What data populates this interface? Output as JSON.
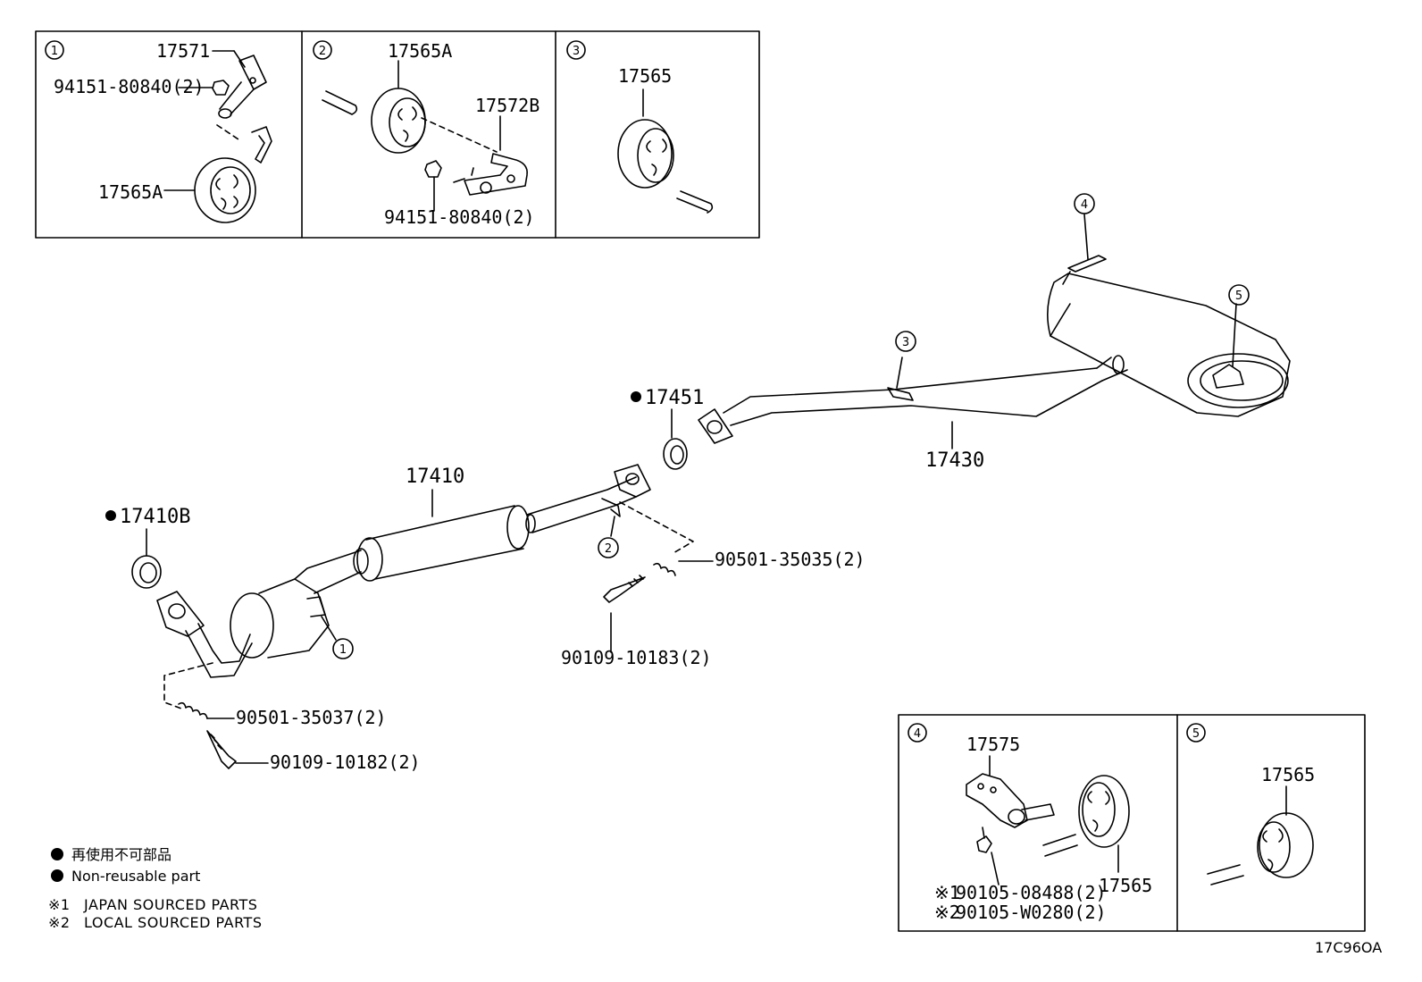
{
  "diagram_id": "17C96OA",
  "colors": {
    "line": "#000000",
    "background": "#ffffff"
  },
  "callout_numbers": [
    "1",
    "2",
    "3",
    "4",
    "5"
  ],
  "insets": [
    {
      "number": "1",
      "parts": [
        "17571",
        "94151-80840(2)",
        "17565A"
      ]
    },
    {
      "number": "2",
      "parts": [
        "17565A",
        "17572B",
        "94151-80840(2)"
      ]
    },
    {
      "number": "3",
      "parts": [
        "17565"
      ]
    },
    {
      "number": "4",
      "parts": [
        "17575",
        "17565"
      ],
      "sourced_parts": [
        {
          "mark": "※1",
          "part": "90105-08488(2)"
        },
        {
          "mark": "※2",
          "part": "90105-W0280(2)"
        }
      ]
    },
    {
      "number": "5",
      "parts": [
        "17565"
      ]
    }
  ],
  "main_parts": {
    "p17410B": "17410B",
    "p17410": "17410",
    "p17451": "17451",
    "p17430": "17430",
    "p90501_35037": "90501-35037(2)",
    "p90109_10182": "90109-10182(2)",
    "p90501_35035": "90501-35035(2)",
    "p90109_10183": "90109-10183(2)"
  },
  "legend": {
    "non_reusable_jp": "再使用不可部品",
    "non_reusable_en": "Non-reusable part",
    "note1_mark": "※1",
    "note1_text": "JAPAN SOURCED PARTS",
    "note2_mark": "※2",
    "note2_text": "LOCAL SOURCED PARTS"
  }
}
